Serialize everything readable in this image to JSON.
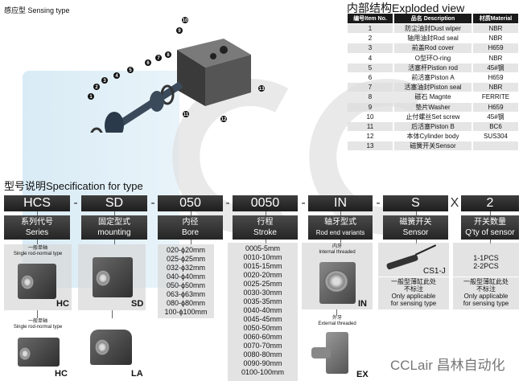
{
  "sensing_title": "感应型 Sensing type",
  "exploded": {
    "title": "内部结构Exploded view",
    "headers": [
      "编号Item No.",
      "品名 Description",
      "材质Material"
    ],
    "rows": [
      [
        "1",
        "防尘油封Dust wiper",
        "NBR"
      ],
      [
        "2",
        "轴用油封Rod seal",
        "NBR"
      ],
      [
        "3",
        "前盖Rod cover",
        "H659"
      ],
      [
        "4",
        "O型环O-ring",
        "NBR"
      ],
      [
        "5",
        "活塞杆Pistion rod",
        "45#钢"
      ],
      [
        "6",
        "前活塞Piston A",
        "H659"
      ],
      [
        "7",
        "活塞油封Piston seal",
        "NBR"
      ],
      [
        "8",
        "磁石 Magnte",
        "FERRITE"
      ],
      [
        "9",
        "垫片Washer",
        "H659"
      ],
      [
        "10",
        "止付螺丝Set screw",
        "45#钢"
      ],
      [
        "11",
        "后活塞Piston B",
        "BC6"
      ],
      [
        "12",
        "本体Cylinder body",
        "SUS304"
      ],
      [
        "13",
        "磁簧开关Sensor",
        ""
      ]
    ]
  },
  "callouts": [
    "1",
    "2",
    "3",
    "4",
    "5",
    "6",
    "7",
    "8",
    "9",
    "10",
    "11",
    "12",
    "13"
  ],
  "spec": {
    "title": "型号说明Specification for type",
    "codes": [
      "HCS",
      "SD",
      "050",
      "0050",
      "IN",
      "S",
      "2"
    ],
    "separators": [
      "-",
      "-",
      "-",
      "-",
      "-",
      "X"
    ],
    "labels": [
      [
        "系列代号",
        "Series"
      ],
      [
        "固定型式",
        "mounting"
      ],
      [
        "内径",
        "Bore"
      ],
      [
        "行程",
        "Stroke"
      ],
      [
        "轴牙型式",
        "Rod end variants"
      ],
      [
        "磁簧开关",
        "Sensor"
      ],
      [
        "开关数量",
        "Q'ty of sensor"
      ]
    ]
  },
  "series": {
    "note_cn": "一般单轴",
    "note_en": "Single rod-normal type",
    "tag1": "HC",
    "tag2": "HC"
  },
  "mounting": {
    "tag1": "SD",
    "tag2": "LA"
  },
  "bore": [
    "020-ϕ20mm",
    "025-ϕ25mm",
    "032-ϕ32mm",
    "040-ϕ40mm",
    "050-ϕ50mm",
    "063-ϕ63mm",
    "080-ϕ80mm",
    "100-ϕ100mm"
  ],
  "stroke": [
    "0005-5mm",
    "0010-10mm",
    "0015-15mm",
    "0020-20mm",
    "0025-25mm",
    "0030-30mm",
    "0035-35mm",
    "0040-40mm",
    "0045-45mm",
    "0050-50mm",
    "0060-60mm",
    "0070-70mm",
    "0080-80mm",
    "0090-90mm",
    "0100-100mm"
  ],
  "rod_end": {
    "in_cn": "内牙",
    "in_en": "Internal threaded",
    "in_tag": "IN",
    "ex_cn": "外牙",
    "ex_en": "External threaded",
    "ex_tag": "EX"
  },
  "sensor": {
    "model": "CS1-J",
    "note": [
      "一般型薄缸此处",
      "不标注",
      "Only applicable",
      "for sensing type"
    ]
  },
  "qty": {
    "options": [
      "1-1PCS",
      "2-2PCS"
    ],
    "note": [
      "一般型薄缸此处",
      "不标注",
      "Only applicable",
      "for sensing type"
    ]
  },
  "footer": "CCLair 昌林自动化"
}
